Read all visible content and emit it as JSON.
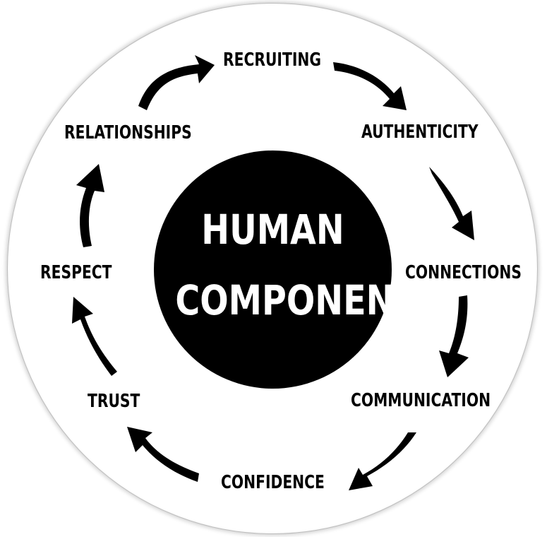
{
  "center": {
    "line1": "HUMAN",
    "line2": "COMPONENT"
  },
  "cycle": [
    {
      "label": "RECRUITING"
    },
    {
      "label": "AUTHENTICITY"
    },
    {
      "label": "CONNECTIONS"
    },
    {
      "label": "COMMUNICATION"
    },
    {
      "label": "CONFIDENCE"
    },
    {
      "label": "TRUST"
    },
    {
      "label": "RESPECT"
    },
    {
      "label": "RELATIONSHIPS"
    }
  ],
  "colors": {
    "ink": "#000000",
    "background": "#ffffff",
    "ring_border": "#bdbdbd"
  },
  "icons": {
    "arrow": "curved-arrow-icon"
  }
}
